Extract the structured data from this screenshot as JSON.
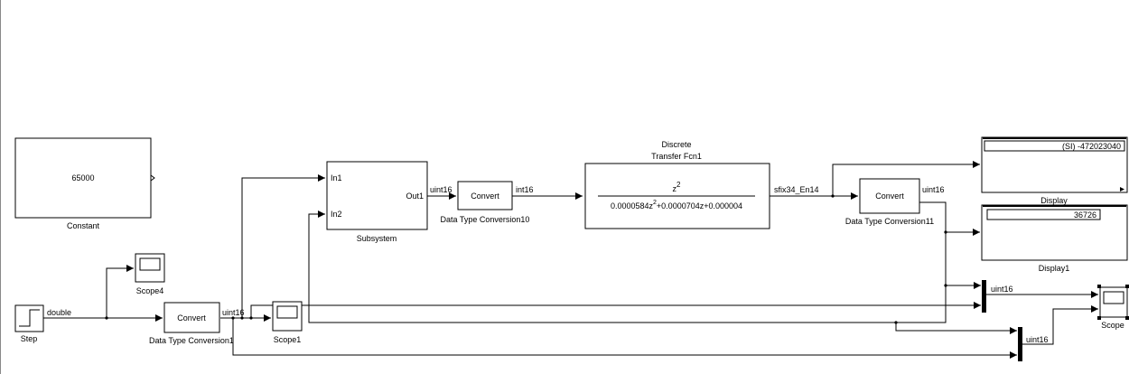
{
  "blocks": {
    "constant": {
      "value": "65000",
      "name": "Constant"
    },
    "step": {
      "name": "Step"
    },
    "scope4": {
      "name": "Scope4"
    },
    "scope1": {
      "name": "Scope1"
    },
    "scope": {
      "name": "Scope"
    },
    "dtc1": {
      "text": "Convert",
      "name": "Data Type Conversion1"
    },
    "dtc10": {
      "text": "Convert",
      "name": "Data Type Conversion10"
    },
    "dtc11": {
      "text": "Convert",
      "name": "Data Type Conversion11"
    },
    "subsystem": {
      "name": "Subsystem",
      "in1": "In1",
      "in2": "In2",
      "out1": "Out1"
    },
    "dtf": {
      "title_line1": "Discrete",
      "title_line2": "Transfer Fcn1",
      "numerator_base": "z",
      "numerator_exp": "2",
      "den_part1": "0.0000584z",
      "den_exp": "2",
      "den_part2": "+0.0000704z+0.000004"
    },
    "display": {
      "name": "Display",
      "value": "(SI) -472023040"
    },
    "display1": {
      "name": "Display1",
      "value": "36726"
    }
  },
  "signals": {
    "step_out": "double",
    "dtc1_out": "uint16",
    "subsystem_out": "uint16",
    "dtc10_out": "int16",
    "dtf_out": "sfix34_En14",
    "dtc11_out": "uint16",
    "mux1_out": "uint16",
    "mux2_out": "uint16"
  }
}
